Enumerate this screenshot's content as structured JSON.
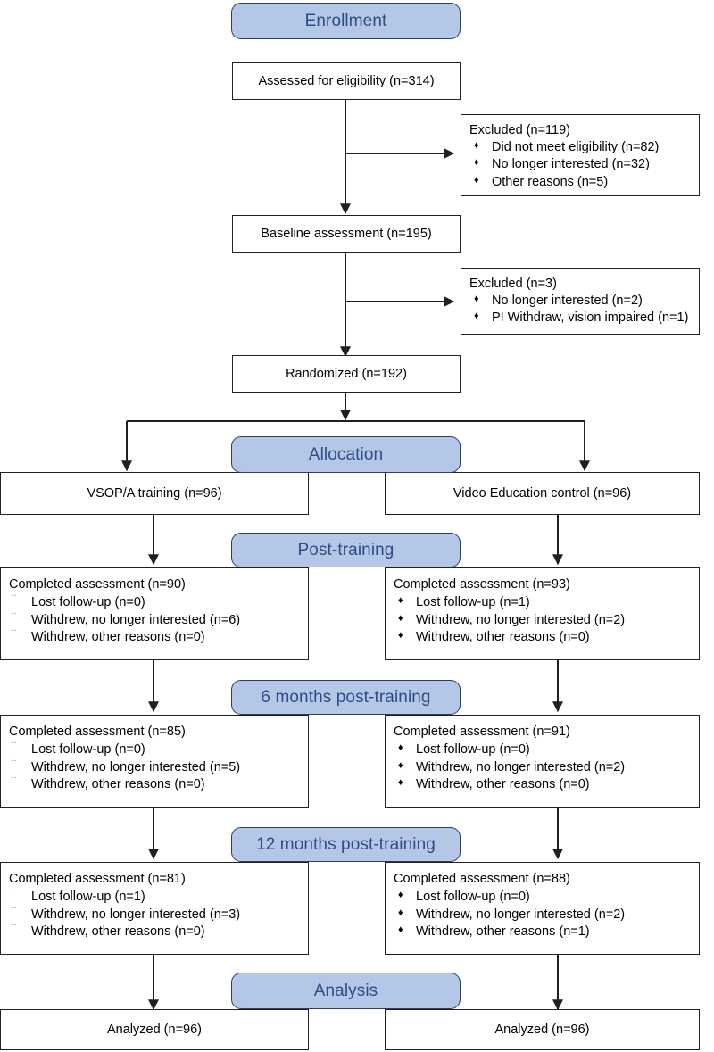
{
  "figure": {
    "type": "consort-flow-diagram",
    "title": "CONSORT participant flow diagram"
  },
  "stages": {
    "enrollment": "Enrollment",
    "allocation": "Allocation",
    "post_training": "Post-training",
    "six_months": "6 months post-training",
    "twelve_months": "12 months post-training",
    "analysis": "Analysis"
  },
  "enrollment": {
    "assessed": "Assessed for eligibility (n=314)",
    "excluded1": {
      "head": "Excluded (n=119)",
      "items": [
        "Did not meet eligibility (n=82)",
        "No longer interested (n=32)",
        "Other reasons (n=5)"
      ]
    },
    "baseline": "Baseline assessment (n=195)",
    "excluded2": {
      "head": "Excluded (n=3)",
      "items": [
        "No longer interested (n=2)",
        "PI Withdraw, vision impaired (n=1)"
      ]
    },
    "randomized": "Randomized (n=192)"
  },
  "allocation": {
    "left": "VSOP/A training (n=96)",
    "right": "Video Education control (n=96)"
  },
  "post_training": {
    "left": {
      "head": "Completed assessment (n=90)",
      "items": [
        "Lost follow-up (n=0)",
        "Withdrew, no longer interested (n=6)",
        "Withdrew, other reasons (n=0)"
      ]
    },
    "right": {
      "head": "Completed assessment (n=93)",
      "items": [
        "Lost follow-up (n=1)",
        "Withdrew, no longer interested (n=2)",
        "Withdrew, other reasons (n=0)"
      ]
    }
  },
  "six_months": {
    "left": {
      "head": "Completed assessment (n=85)",
      "items": [
        "Lost follow-up (n=0)",
        "Withdrew, no longer interested (n=5)",
        "Withdrew, other reasons (n=0)"
      ]
    },
    "right": {
      "head": "Completed assessment (n=91)",
      "items": [
        "Lost follow-up (n=0)",
        "Withdrew, no longer interested (n=2)",
        "Withdrew, other reasons (n=0)"
      ]
    }
  },
  "twelve_months": {
    "left": {
      "head": "Completed assessment (n=81)",
      "items": [
        "Lost follow-up (n=1)",
        "Withdrew, no longer interested (n=3)",
        "Withdrew, other reasons (n=0)"
      ]
    },
    "right": {
      "head": "Completed assessment (n=88)",
      "items": [
        "Lost follow-up (n=0)",
        "Withdrew, no longer interested (n=2)",
        "Withdrew, other reasons (n=1)"
      ]
    }
  },
  "analysis": {
    "left": "Analyzed (n=96)",
    "right": "Analyzed (n=96)"
  },
  "bullets": {
    "diamond": "♦",
    "dotted": "¨"
  },
  "colors": {
    "banner_fill": "#b5c7e7",
    "banner_border": "#2b3f63",
    "banner_text": "#2d4d86",
    "box_border": "#231f20",
    "box_fill": "#ffffff",
    "text": "#000000",
    "connector": "#231f20"
  }
}
